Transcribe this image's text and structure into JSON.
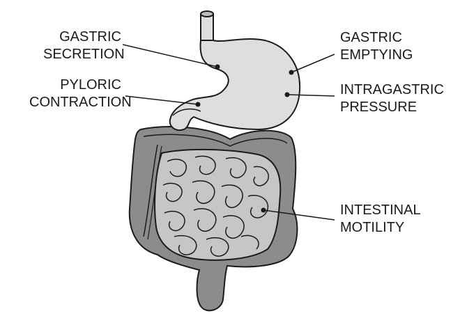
{
  "colors": {
    "stomach": "#dedede",
    "colon": "#8c8c8c",
    "small_intestine": "#c6c6c6",
    "outline": "#1a1a1a",
    "text": "#1a1a1a"
  },
  "labels": {
    "gastric_secretion": [
      "GASTRIC",
      "SECRETION"
    ],
    "pyloric_contraction": [
      "PYLORIC",
      "CONTRACTION"
    ],
    "gastric_emptying": [
      "GASTRIC",
      "EMPTYING"
    ],
    "intragastric_pressure": [
      "INTRAGASTRIC",
      "PRESSURE"
    ],
    "intestinal_motility": [
      "INTESTINAL",
      "MOTILITY"
    ]
  }
}
